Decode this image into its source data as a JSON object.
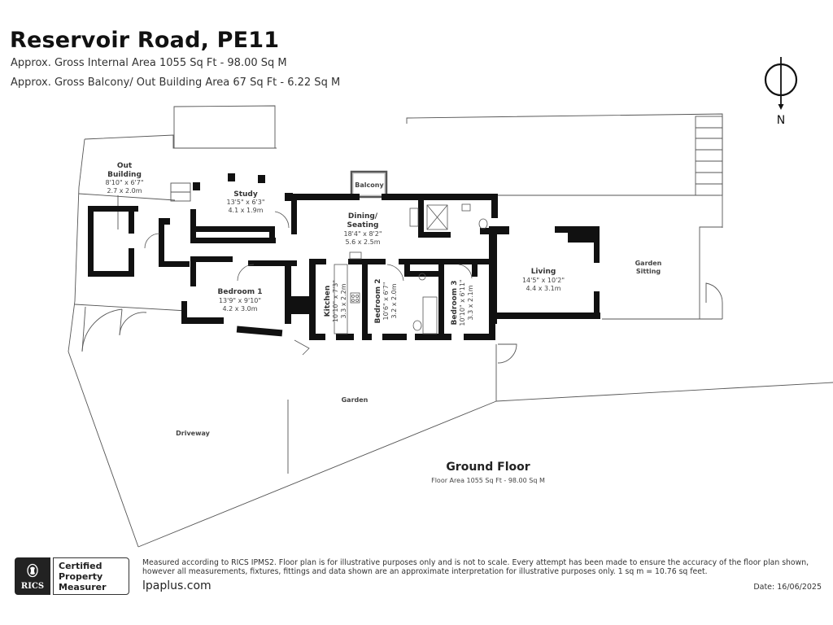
{
  "header": {
    "title": "Reservoir Road, PE11",
    "internal_area": "Approx. Gross Internal Area 1055 Sq Ft - 98.00 Sq M",
    "balcony_area": "Approx. Gross Balcony/ Out Building Area 67 Sq Ft - 6.22 Sq M"
  },
  "compass": {
    "icon": "north-arrow-icon",
    "label": "N"
  },
  "rooms": [
    {
      "id": "out-building",
      "name_lines": [
        "Out",
        "Building"
      ],
      "dim_imperial": "8'10\" x 6'7\"",
      "dim_metric": "2.7 x 2.0m"
    },
    {
      "id": "study",
      "name": "Study",
      "dim_imperial": "13'5\" x 6'3\"",
      "dim_metric": "4.1 x 1.9m"
    },
    {
      "id": "balcony",
      "name": "Balcony"
    },
    {
      "id": "dining-seating",
      "name_lines": [
        "Dining/",
        "Seating"
      ],
      "dim_imperial": "18'4\" x 8'2\"",
      "dim_metric": "5.6 x 2.5m"
    },
    {
      "id": "bedroom-1",
      "name": "Bedroom 1",
      "dim_imperial": "13'9\" x 9'10\"",
      "dim_metric": "4.2 x 3.0m"
    },
    {
      "id": "kitchen",
      "name": "Kitchen",
      "dim_imperial": "10'10\" x 7'3\"",
      "dim_metric": "3.3 x 2.2m"
    },
    {
      "id": "bedroom-2",
      "name": "Bedroom 2",
      "dim_imperial": "10'6\" x 6'7\"",
      "dim_metric": "3.2 x 2.0m"
    },
    {
      "id": "bedroom-3",
      "name": "Bedroom 3",
      "dim_imperial": "10'10\" x 6'11\"",
      "dim_metric": "3.3 x 2.1m"
    },
    {
      "id": "living",
      "name": "Living",
      "dim_imperial": "14'5\" x 10'2\"",
      "dim_metric": "4.4 x 3.1m"
    },
    {
      "id": "garden-sitting",
      "name_lines": [
        "Garden",
        "Sitting"
      ]
    },
    {
      "id": "garden",
      "name": "Garden"
    },
    {
      "id": "driveway",
      "name": "Driveway"
    }
  ],
  "floor": {
    "title": "Ground Floor",
    "area": "Floor Area 1055 Sq Ft - 98.00 Sq M"
  },
  "footer": {
    "logo_brand": "RICS",
    "certified_lines": [
      "Certified",
      "Property",
      "Measurer"
    ],
    "disclaimer": "Measured according to RICS IPMS2. Floor plan is for illustrative purposes only and is not to scale. Every attempt has been made to ensure the accuracy of the floor plan shown, however all measurements, fixtures, fittings and data shown are an approximate interpretation for illustrative purposes only. 1 sq m = 10.76 sq feet.",
    "website": "lpaplus.com",
    "date": "Date: 16/06/2025"
  }
}
